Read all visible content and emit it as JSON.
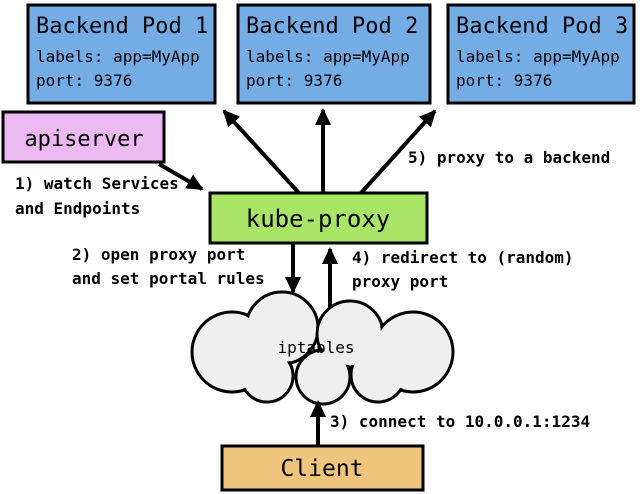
{
  "diagram": {
    "pods": [
      {
        "title": "Backend Pod 1",
        "labels": "labels: app=MyApp",
        "port": "port: 9376"
      },
      {
        "title": "Backend Pod 2",
        "labels": "labels: app=MyApp",
        "port": "port: 9376"
      },
      {
        "title": "Backend Pod 3",
        "labels": "labels: app=MyApp",
        "port": "port: 9376"
      }
    ],
    "apiserver": {
      "label": "apiserver"
    },
    "kube_proxy": {
      "label": "kube-proxy"
    },
    "iptables": {
      "label": "iptables"
    },
    "client": {
      "label": "Client"
    },
    "annotations": {
      "step1": [
        "1) watch Services",
        "and Endpoints"
      ],
      "step2": [
        "2) open proxy port",
        "and set portal rules"
      ],
      "step3": [
        "3) connect to 10.0.0.1:1234"
      ],
      "step4": [
        "4) redirect to (random)",
        "proxy port"
      ],
      "step5": [
        "5) proxy to a backend"
      ]
    },
    "colors": {
      "pod_fill": "#74ACE6",
      "apiserver_fill": "#EDB9F3",
      "kube_proxy_fill": "#A9E566",
      "client_fill": "#EFC57E",
      "cloud_fill": "#EFEFEF",
      "border": "#000000",
      "background": "#FFFFFF"
    }
  }
}
